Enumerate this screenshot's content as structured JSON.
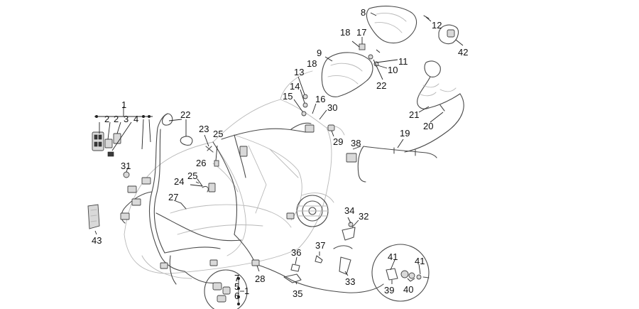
{
  "callouts": [
    "1",
    "2",
    "2",
    "3",
    "4",
    "5",
    "6",
    "7",
    "8",
    "9",
    "10",
    "11",
    "12",
    "13",
    "14",
    "15",
    "16",
    "17",
    "18",
    "18",
    "19",
    "20",
    "21",
    "22",
    "22",
    "23",
    "24",
    "25",
    "25",
    "26",
    "27",
    "28",
    "29",
    "30",
    "31",
    "32",
    "33",
    "34",
    "35",
    "36",
    "37",
    "38",
    "39",
    "40",
    "41",
    "41",
    "42",
    "43",
    "1"
  ]
}
